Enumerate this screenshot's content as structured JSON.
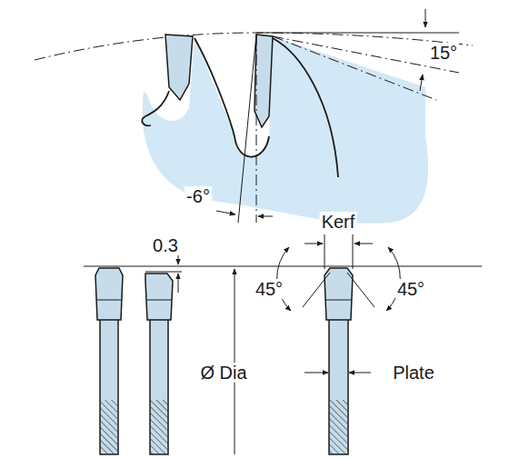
{
  "diagram": {
    "labels": [
      "15°",
      "-6°",
      "0.3",
      "Kerf",
      "45°",
      "45°",
      "Ø Dia",
      "Plate"
    ]
  }
}
